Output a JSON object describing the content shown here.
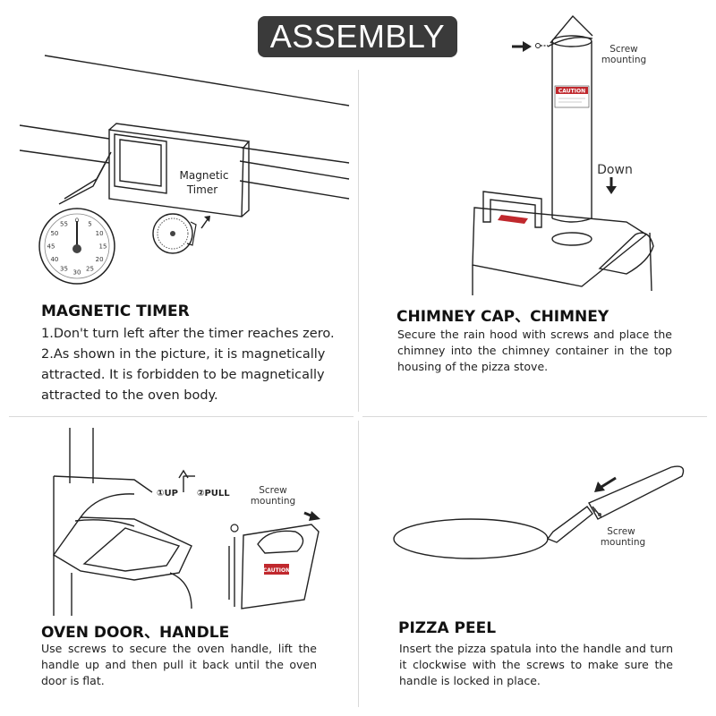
{
  "header": {
    "title": "ASSEMBLY"
  },
  "sections": [
    {
      "title": "MAGNETIC TIMER",
      "lines": [
        "1.Don't turn left after the timer reaches zero.",
        "2.As shown in the picture, it is magnetically",
        "attracted. It is forbidden to be magnetically",
        "attracted to the oven body."
      ],
      "labels": {
        "device_line1": "Magnetic",
        "device_line2": "Timer"
      },
      "dial_numbers": [
        "0",
        "5",
        "10",
        "15",
        "20",
        "25",
        "30",
        "35",
        "40",
        "45",
        "50",
        "55"
      ]
    },
    {
      "title": "CHIMNEY CAP、CHIMNEY",
      "text": "Secure the rain hood with screws and place the chimney into the chimney container in the top housing of the pizza stove.",
      "labels": {
        "screw_line1": "Screw",
        "screw_line2": "mounting",
        "down": "Down",
        "caution": "CAUTION"
      }
    },
    {
      "title": "OVEN DOOR、HANDLE",
      "text": "Use screws to secure the oven handle, lift the handle up and then pull it back until the oven door is flat.",
      "labels": {
        "step1": "①UP",
        "step2": "②PULL",
        "screw_line1": "Screw",
        "screw_line2": "mounting",
        "caution": "CAUTION"
      }
    },
    {
      "title": "PIZZA PEEL",
      "text": "Insert the pizza spatula into the handle and turn it clockwise with the screws to make sure the handle is locked in place.",
      "labels": {
        "screw_line1": "Screw",
        "screw_line2": "mounting"
      }
    }
  ]
}
